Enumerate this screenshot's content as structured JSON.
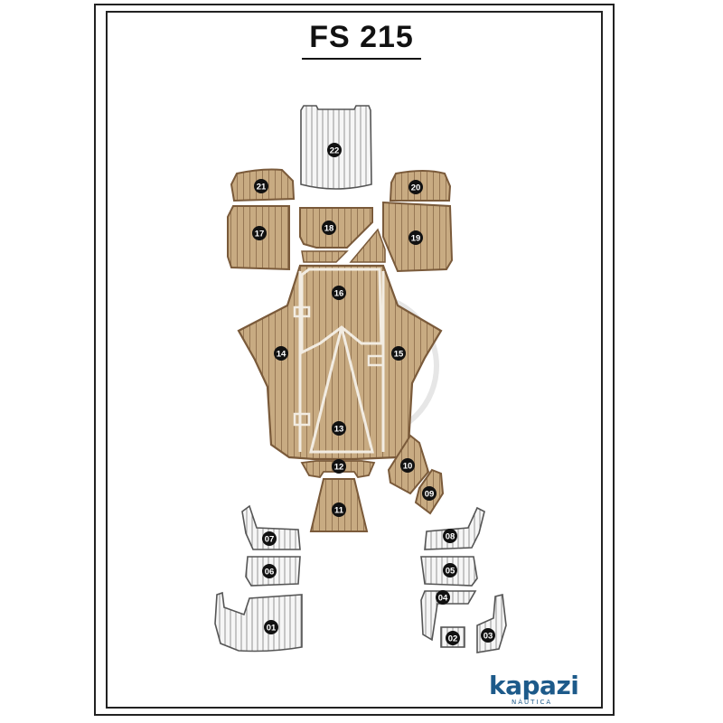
{
  "title": "FS 215",
  "brand": {
    "name": "kapazi",
    "tagline": "NÁUTICA"
  },
  "colors": {
    "teak": "#c8ab82",
    "teak_edge": "#7a5a3a",
    "white_panel": "#f4f4f4",
    "panel_edge": "#555555",
    "stripe": "#8a6a48",
    "marker": "#111111",
    "brand": "#1d5a8a"
  },
  "pieces": [
    {
      "id": "22",
      "finish": "white"
    },
    {
      "id": "21",
      "finish": "teak"
    },
    {
      "id": "20",
      "finish": "teak"
    },
    {
      "id": "19",
      "finish": "teak"
    },
    {
      "id": "18",
      "finish": "teak"
    },
    {
      "id": "17",
      "finish": "teak"
    },
    {
      "id": "16",
      "finish": "teak"
    },
    {
      "id": "15",
      "finish": "teak"
    },
    {
      "id": "14",
      "finish": "teak"
    },
    {
      "id": "13",
      "finish": "teak"
    },
    {
      "id": "12",
      "finish": "teak"
    },
    {
      "id": "11",
      "finish": "teak"
    },
    {
      "id": "10",
      "finish": "teak"
    },
    {
      "id": "09",
      "finish": "teak"
    },
    {
      "id": "08",
      "finish": "white"
    },
    {
      "id": "07",
      "finish": "white"
    },
    {
      "id": "06",
      "finish": "white"
    },
    {
      "id": "05",
      "finish": "white"
    },
    {
      "id": "04",
      "finish": "white"
    },
    {
      "id": "03",
      "finish": "white"
    },
    {
      "id": "02",
      "finish": "white"
    },
    {
      "id": "01",
      "finish": "white"
    }
  ]
}
